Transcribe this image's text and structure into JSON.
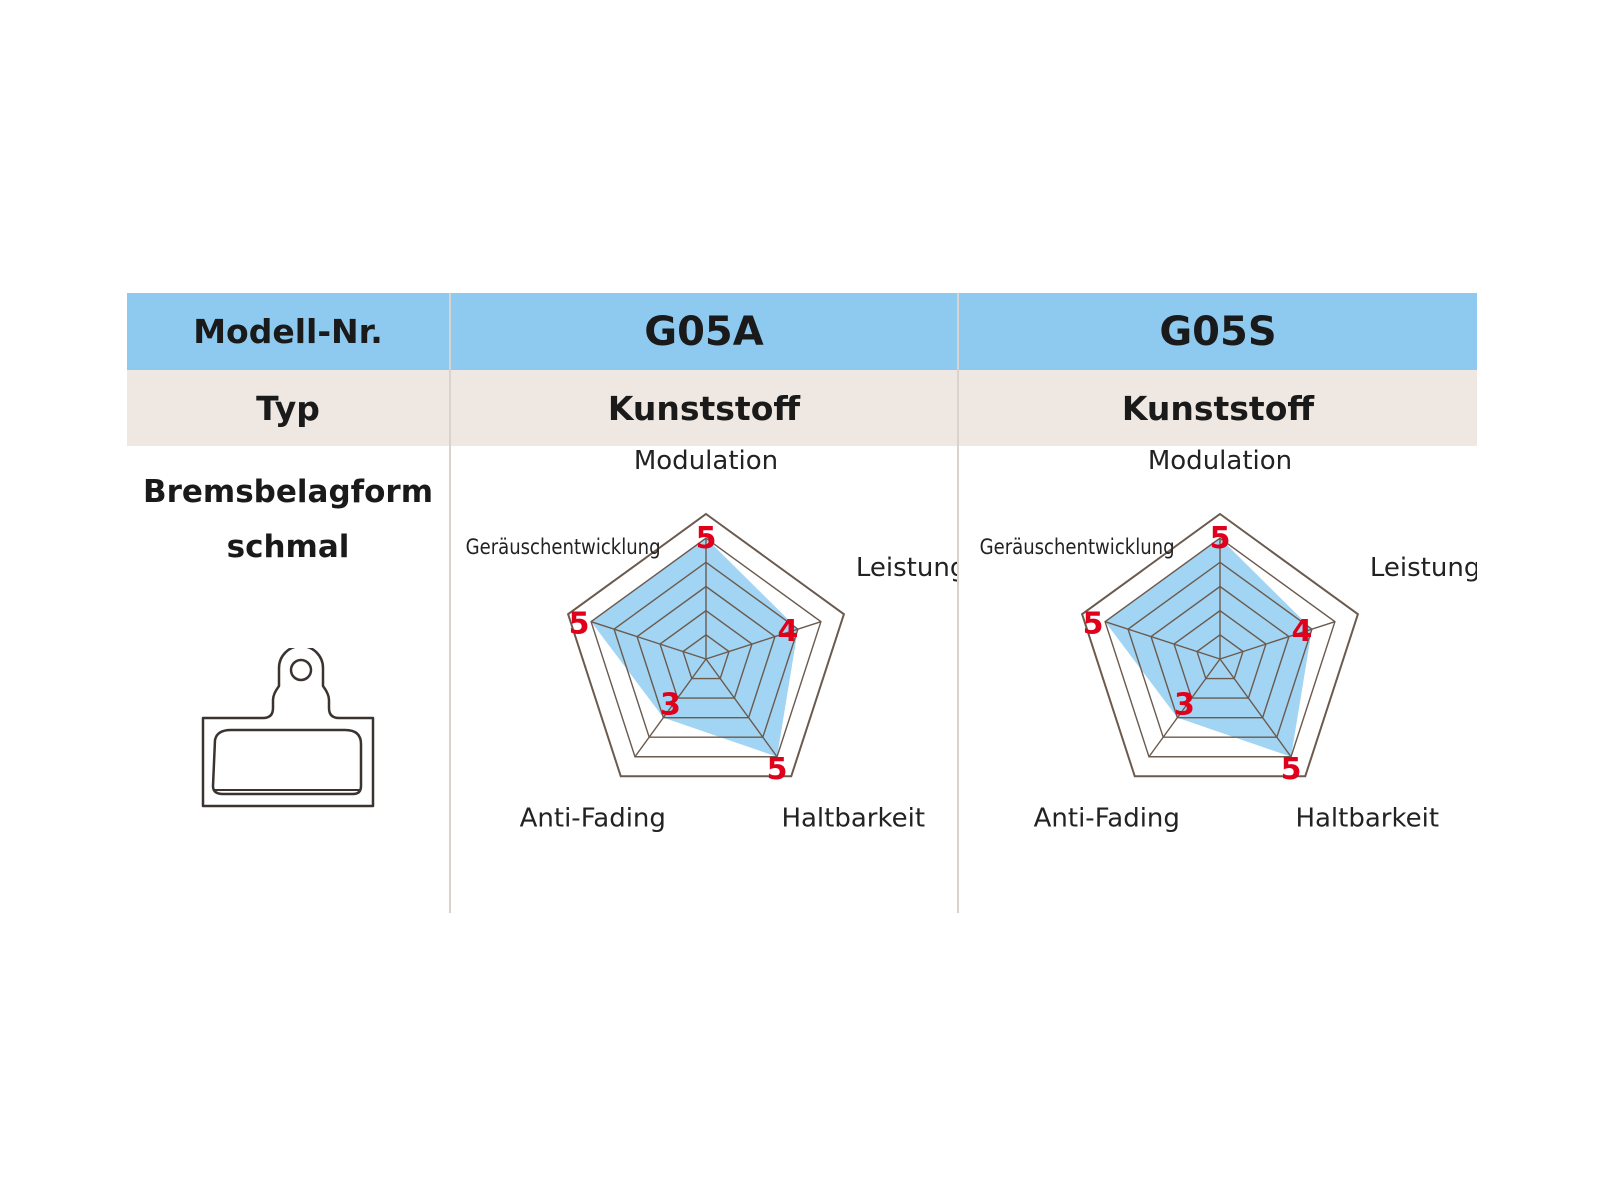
{
  "table": {
    "header_label": "Modell-Nr.",
    "type_label": "Typ",
    "form_label_line1": "Bremsbelagform",
    "form_label_line2": "schmal",
    "pad_icon": "brake-pad-icon"
  },
  "models": [
    {
      "name": "G05A",
      "type": "Kunststoff"
    },
    {
      "name": "G05S",
      "type": "Kunststoff"
    }
  ],
  "colors": {
    "header_bg": "#8ecaf0",
    "type_bg": "#efe8e2",
    "fill": "#8ecaf0",
    "grid": "#6b5a4e",
    "value": "#e0001b"
  },
  "chart_data": [
    {
      "type": "radar",
      "axes": [
        "Modulation",
        "Leistung",
        "Haltbarkeit",
        "Anti-Fading",
        "Geräuschentwicklung"
      ],
      "values": [
        5,
        4,
        5,
        3,
        5
      ],
      "scale_max": 6
    },
    {
      "type": "radar",
      "axes": [
        "Modulation",
        "Leistung",
        "Haltbarkeit",
        "Anti-Fading",
        "Geräuschentwicklung"
      ],
      "values": [
        5,
        4,
        5,
        3,
        5
      ],
      "scale_max": 6
    }
  ]
}
